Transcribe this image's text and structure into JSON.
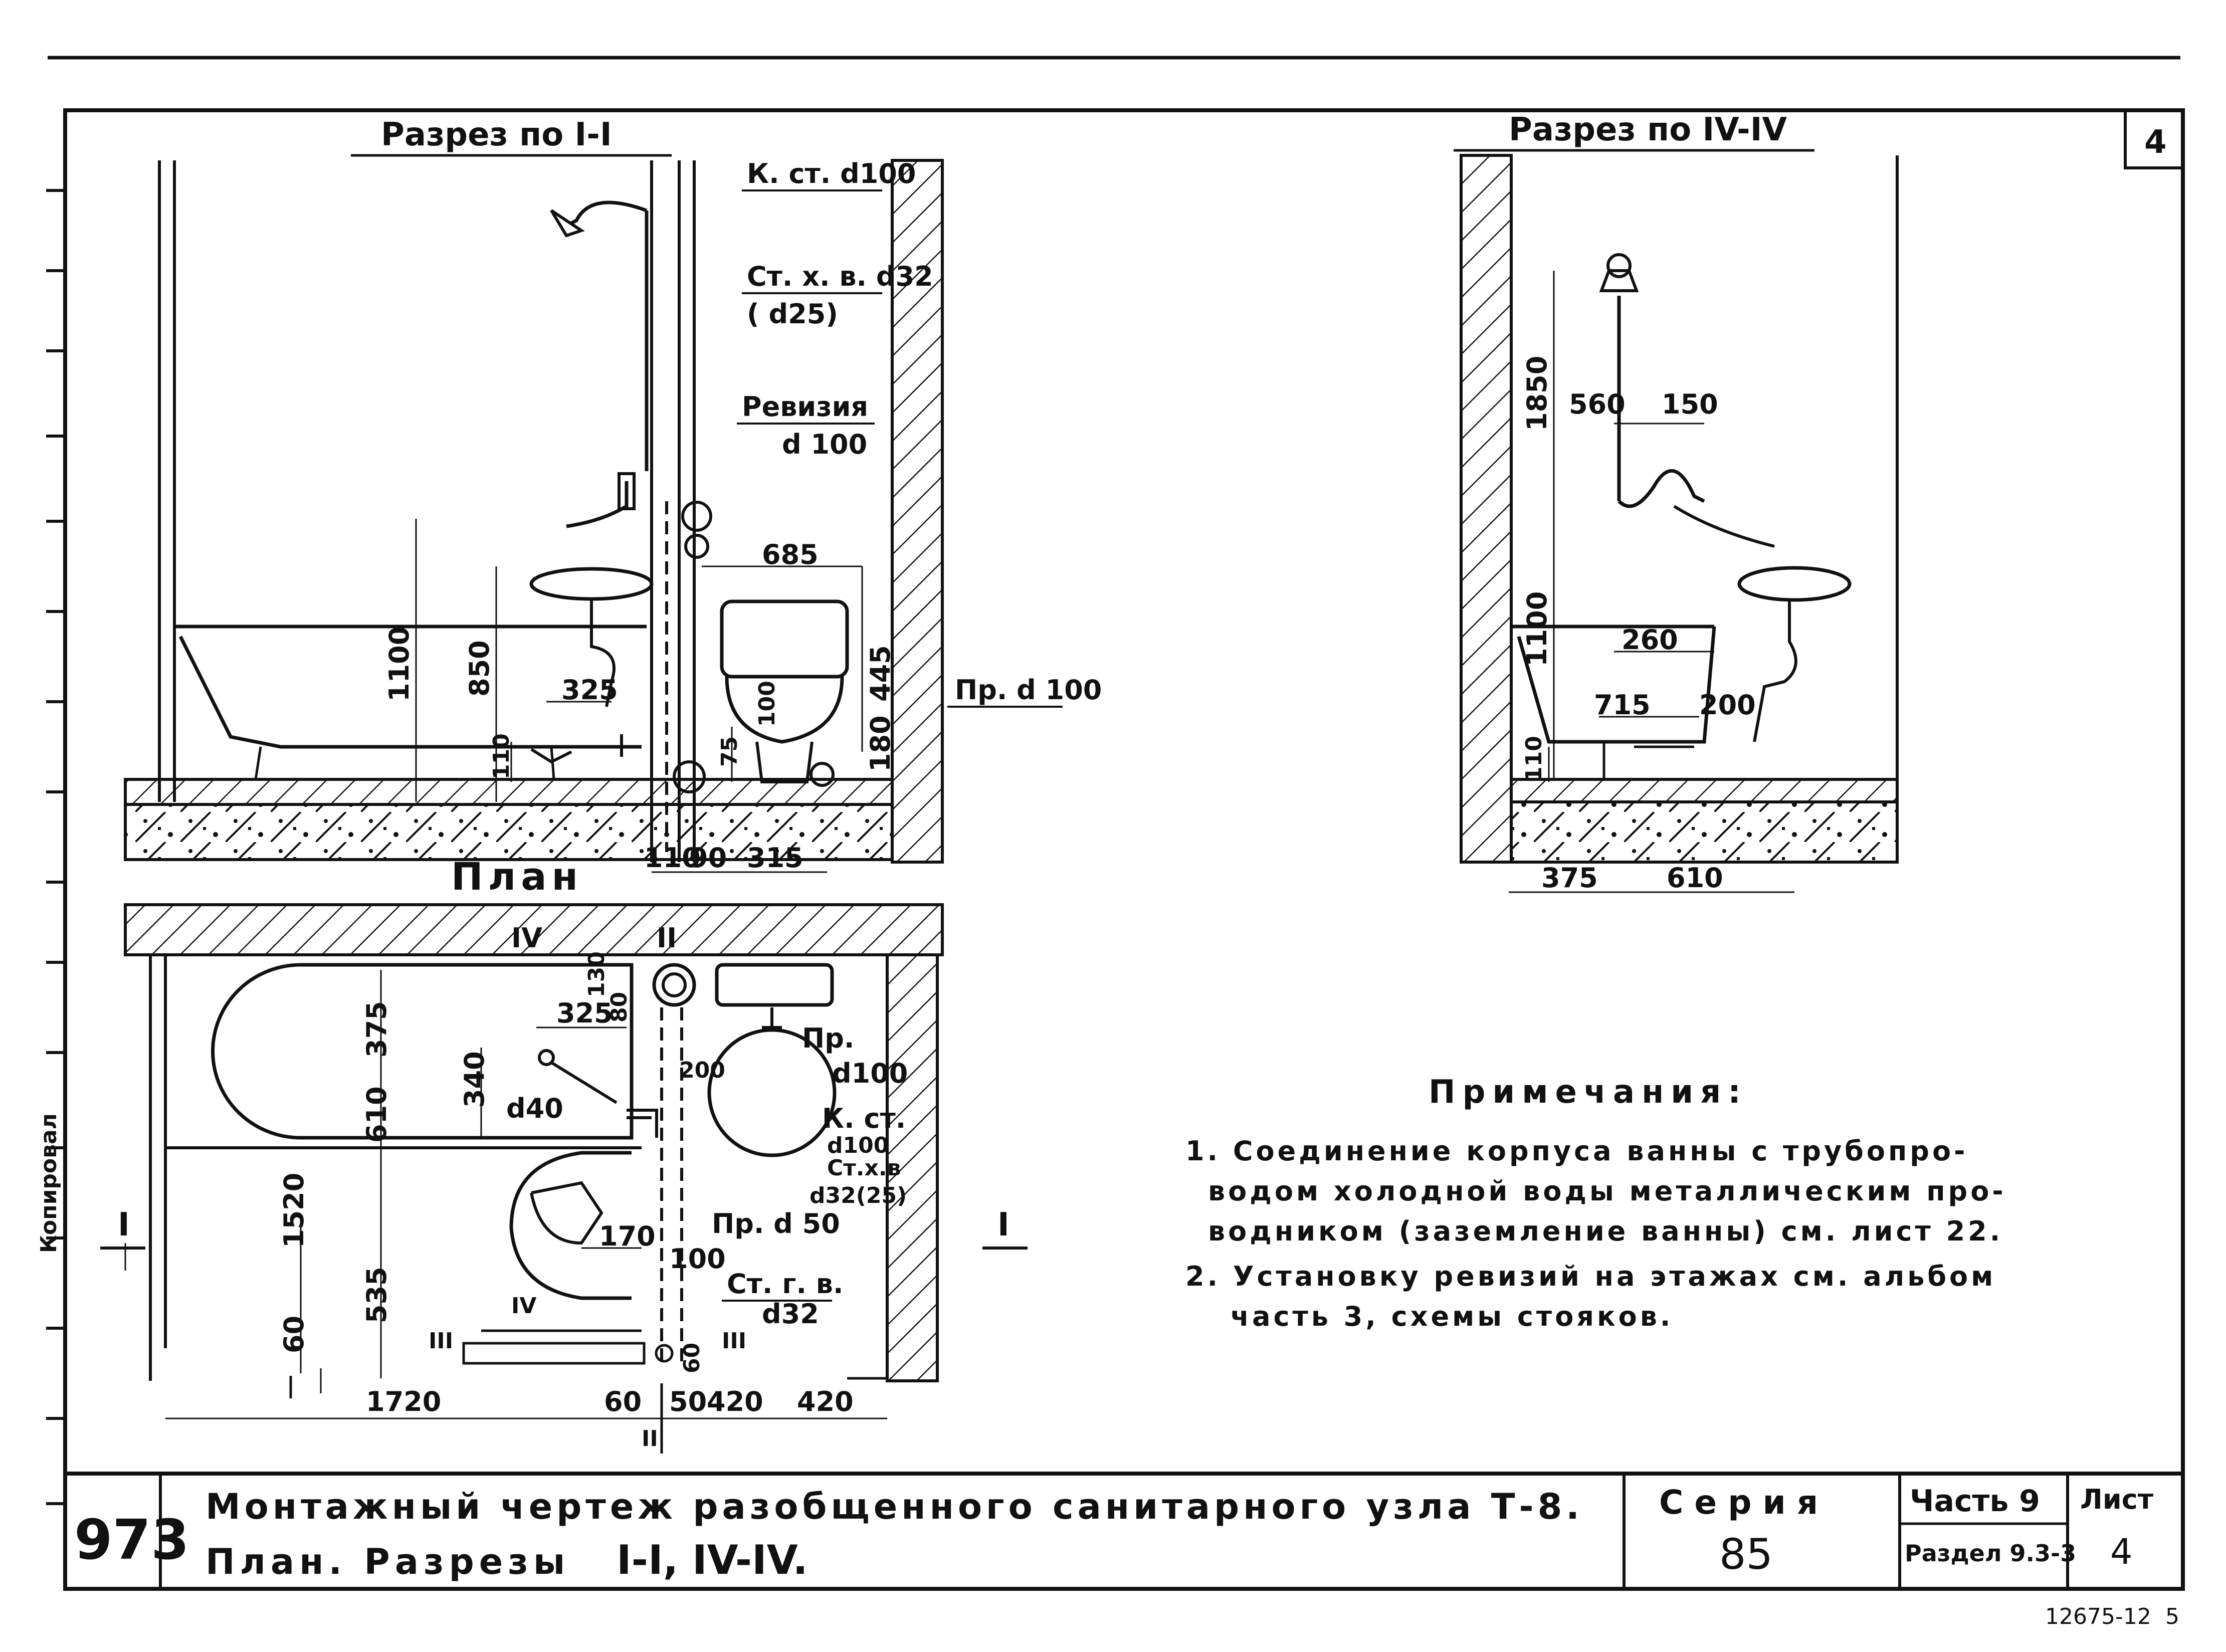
{
  "sections": {
    "section_1": {
      "title": "Разрез по I-I"
    },
    "section_4": {
      "title": "Разрез по IV-IV"
    },
    "plan": {
      "title": "План"
    }
  },
  "section_1_labels": {
    "stack_sewer": "К. ст. d100",
    "stack_cold": "Ст. х. в. d32",
    "stack_cold_alt": "( d25)",
    "revision": "Ревизия",
    "revision_d": "d 100",
    "branch": "Пр. d 100",
    "dims": {
      "d685": "685",
      "d1100": "1100",
      "d850": "850",
      "d325": "325",
      "d445": "445",
      "d180": "180",
      "d110": "110",
      "d100": "100",
      "d75": "75",
      "d110b": "110",
      "d90": "90",
      "d315": "315"
    }
  },
  "section_4_labels": {
    "d1850": "1850",
    "d560": "560",
    "d150": "150",
    "d1100": "1100",
    "d260": "260",
    "d715": "715",
    "d200": "200",
    "d110": "110",
    "d375": "375",
    "d610": "610"
  },
  "plan_labels": {
    "mark_IV": "IV",
    "mark_II": "II",
    "mark_I_left": "I",
    "mark_I_right": "I",
    "mark_III_left": "III",
    "mark_III_right": "III",
    "mark_IV_bottom": "IV",
    "mark_II_bottom": "II",
    "pr_d100": "Пр.",
    "pr_d100_d": "d100",
    "k_st": "К. ст.",
    "k_st_d": "d100",
    "st_x_v": "Ст.х.в",
    "st_x_v_d": "d32(25)",
    "pr_d50": "Пр. d 50",
    "st_g_v": "Ст. г. в.",
    "st_g_v_d": "d32",
    "d40": "d40",
    "dims": {
      "d375": "375",
      "d130": "130",
      "d80": "80",
      "d325": "325",
      "d200": "200",
      "d340": "340",
      "d610": "610",
      "d1520": "1520",
      "d170": "170",
      "d100": "100",
      "d535": "535",
      "d60": "60",
      "d60b": "60",
      "d1720": "1720",
      "d60c": "60",
      "d50": "50",
      "d420": "420",
      "d420b": "420"
    }
  },
  "notes": {
    "heading": "Примечания:",
    "n1_line1": "1. Соединение корпуса ванны с трубопро-",
    "n1_line2": "водом холодной воды металлическим про-",
    "n1_line3": "водником (заземление ванны) см. лист 22.",
    "n2_line1": "2. Установку ревизий на этажах см. альбом",
    "n2_line2": "часть 3, схемы стояков."
  },
  "title_block": {
    "code": "973",
    "title_line1": "Монтажный чертеж разобщенного санитарного узла Т-8.",
    "title_line2_a": "План. Разрезы",
    "title_line2_b": "I-I, IV-IV.",
    "series_label": "Серия",
    "series_value": "85",
    "part": "Часть 9",
    "section": "Раздел 9.3-3",
    "sheet_label": "Лист",
    "sheet_value": "4"
  },
  "corner_sheet_number": "4",
  "bottom_ref": "12675-12",
  "bottom_page": "5",
  "side_stamp": "Копировал"
}
